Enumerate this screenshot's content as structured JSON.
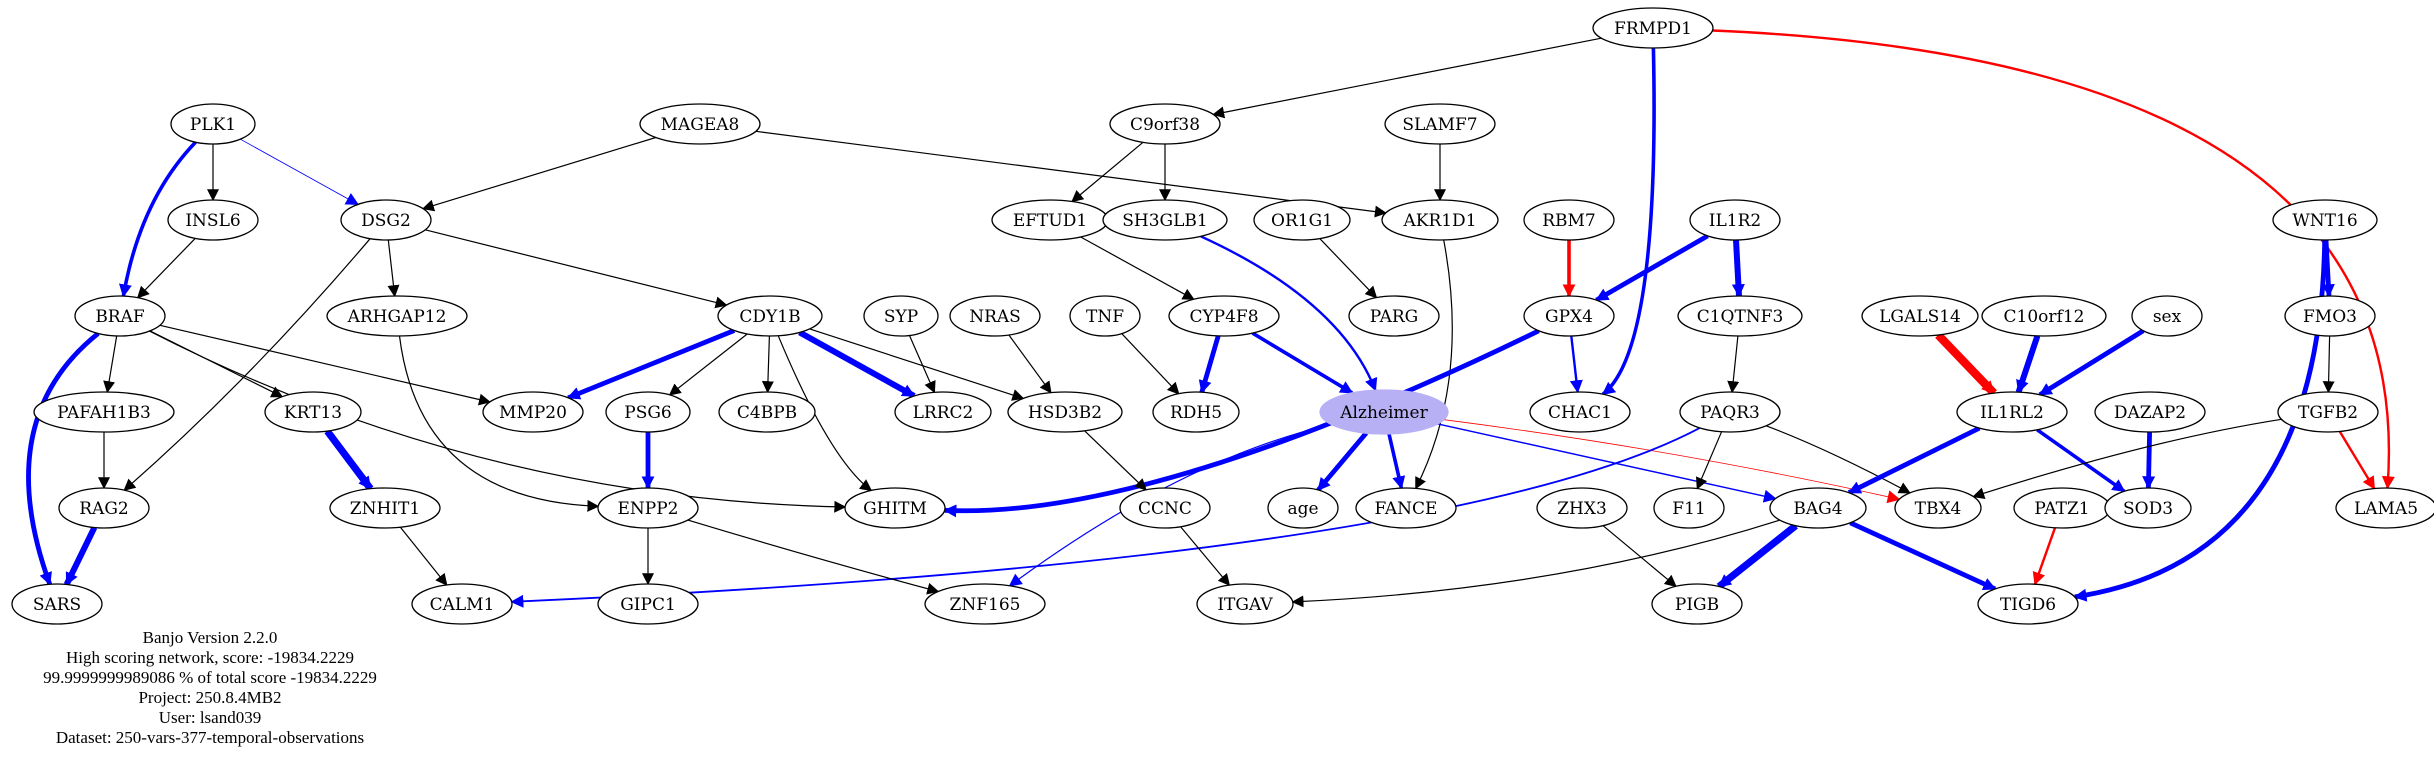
{
  "colors": {
    "black": "#000000",
    "blue": "#0000ff",
    "red": "#ff0000",
    "highlight_fill": "#b8b0f5"
  },
  "caption": {
    "line1": "Banjo Version 2.2.0",
    "line2": "High scoring network, score: -19834.2229",
    "line3": "99.9999999989086 % of total score -19834.2229",
    "line4": "Project: 250.8.4MB2",
    "line5": "User: lsand039",
    "line6": "Dataset: 250-vars-377-temporal-observations"
  },
  "nodes": [
    {
      "id": "FRMPD1",
      "label": "FRMPD1"
    },
    {
      "id": "PLK1",
      "label": "PLK1"
    },
    {
      "id": "MAGEA8",
      "label": "MAGEA8"
    },
    {
      "id": "C9orf38",
      "label": "C9orf38"
    },
    {
      "id": "SLAMF7",
      "label": "SLAMF7"
    },
    {
      "id": "INSL6",
      "label": "INSL6"
    },
    {
      "id": "DSG2",
      "label": "DSG2"
    },
    {
      "id": "EFTUD1",
      "label": "EFTUD1"
    },
    {
      "id": "SH3GLB1",
      "label": "SH3GLB1"
    },
    {
      "id": "OR1G1",
      "label": "OR1G1"
    },
    {
      "id": "AKR1D1",
      "label": "AKR1D1"
    },
    {
      "id": "RBM7",
      "label": "RBM7"
    },
    {
      "id": "IL1R2",
      "label": "IL1R2"
    },
    {
      "id": "WNT16",
      "label": "WNT16"
    },
    {
      "id": "BRAF",
      "label": "BRAF"
    },
    {
      "id": "ARHGAP12",
      "label": "ARHGAP12"
    },
    {
      "id": "CDY1B",
      "label": "CDY1B"
    },
    {
      "id": "SYP",
      "label": "SYP"
    },
    {
      "id": "NRAS",
      "label": "NRAS"
    },
    {
      "id": "TNF",
      "label": "TNF"
    },
    {
      "id": "CYP4F8",
      "label": "CYP4F8"
    },
    {
      "id": "PARG",
      "label": "PARG"
    },
    {
      "id": "GPX4",
      "label": "GPX4"
    },
    {
      "id": "C1QTNF3",
      "label": "C1QTNF3"
    },
    {
      "id": "LGALS14",
      "label": "LGALS14"
    },
    {
      "id": "C10orf12",
      "label": "C10orf12"
    },
    {
      "id": "sex",
      "label": "sex"
    },
    {
      "id": "FMO3",
      "label": "FMO3"
    },
    {
      "id": "PAFAH1B3",
      "label": "PAFAH1B3"
    },
    {
      "id": "KRT13",
      "label": "KRT13"
    },
    {
      "id": "MMP20",
      "label": "MMP20"
    },
    {
      "id": "PSG6",
      "label": "PSG6"
    },
    {
      "id": "C4BPB",
      "label": "C4BPB"
    },
    {
      "id": "LRRC2",
      "label": "LRRC2"
    },
    {
      "id": "HSD3B2",
      "label": "HSD3B2"
    },
    {
      "id": "RDH5",
      "label": "RDH5"
    },
    {
      "id": "Alzheimer",
      "label": "Alzheimer"
    },
    {
      "id": "CHAC1",
      "label": "CHAC1"
    },
    {
      "id": "PAQR3",
      "label": "PAQR3"
    },
    {
      "id": "IL1RL2",
      "label": "IL1RL2"
    },
    {
      "id": "DAZAP2",
      "label": "DAZAP2"
    },
    {
      "id": "TGFB2",
      "label": "TGFB2"
    },
    {
      "id": "RAG2",
      "label": "RAG2"
    },
    {
      "id": "ZNHIT1",
      "label": "ZNHIT1"
    },
    {
      "id": "ENPP2",
      "label": "ENPP2"
    },
    {
      "id": "GHITM",
      "label": "GHITM"
    },
    {
      "id": "CCNC",
      "label": "CCNC"
    },
    {
      "id": "age",
      "label": "age"
    },
    {
      "id": "FANCE",
      "label": "FANCE"
    },
    {
      "id": "ZHX3",
      "label": "ZHX3"
    },
    {
      "id": "F11",
      "label": "F11"
    },
    {
      "id": "BAG4",
      "label": "BAG4"
    },
    {
      "id": "TBX4",
      "label": "TBX4"
    },
    {
      "id": "PATZ1",
      "label": "PATZ1"
    },
    {
      "id": "SOD3",
      "label": "SOD3"
    },
    {
      "id": "LAMA5",
      "label": "LAMA5"
    },
    {
      "id": "SARS",
      "label": "SARS"
    },
    {
      "id": "CALM1",
      "label": "CALM1"
    },
    {
      "id": "GIPC1",
      "label": "GIPC1"
    },
    {
      "id": "ZNF165",
      "label": "ZNF165"
    },
    {
      "id": "ITGAV",
      "label": "ITGAV"
    },
    {
      "id": "PIGB",
      "label": "PIGB"
    },
    {
      "id": "TIGD6",
      "label": "TIGD6"
    }
  ],
  "edges": [
    {
      "from": "FRMPD1",
      "to": "C9orf38",
      "color": "black",
      "weight": 1
    },
    {
      "from": "FRMPD1",
      "to": "CHAC1",
      "color": "blue",
      "weight": 3
    },
    {
      "from": "FRMPD1",
      "to": "LAMA5",
      "color": "red",
      "weight": 2
    },
    {
      "from": "PLK1",
      "to": "INSL6",
      "color": "black",
      "weight": 1
    },
    {
      "from": "PLK1",
      "to": "BRAF",
      "color": "blue",
      "weight": 3
    },
    {
      "from": "PLK1",
      "to": "DSG2",
      "color": "blue",
      "weight": 0.5
    },
    {
      "from": "MAGEA8",
      "to": "DSG2",
      "color": "black",
      "weight": 1
    },
    {
      "from": "MAGEA8",
      "to": "AKR1D1",
      "color": "black",
      "weight": 1
    },
    {
      "from": "C9orf38",
      "to": "EFTUD1",
      "color": "black",
      "weight": 1
    },
    {
      "from": "C9orf38",
      "to": "SH3GLB1",
      "color": "black",
      "weight": 1
    },
    {
      "from": "SLAMF7",
      "to": "AKR1D1",
      "color": "black",
      "weight": 1
    },
    {
      "from": "INSL6",
      "to": "BRAF",
      "color": "black",
      "weight": 1
    },
    {
      "from": "DSG2",
      "to": "ARHGAP12",
      "color": "black",
      "weight": 1
    },
    {
      "from": "DSG2",
      "to": "CDY1B",
      "color": "black",
      "weight": 1
    },
    {
      "from": "DSG2",
      "to": "RAG2",
      "color": "black",
      "weight": 1
    },
    {
      "from": "EFTUD1",
      "to": "CYP4F8",
      "color": "black",
      "weight": 1
    },
    {
      "from": "SH3GLB1",
      "to": "Alzheimer",
      "color": "blue",
      "weight": 2
    },
    {
      "from": "OR1G1",
      "to": "PARG",
      "color": "black",
      "weight": 1
    },
    {
      "from": "AKR1D1",
      "to": "FANCE",
      "color": "black",
      "weight": 1
    },
    {
      "from": "RBM7",
      "to": "GPX4",
      "color": "red",
      "weight": 3
    },
    {
      "from": "IL1R2",
      "to": "GPX4",
      "color": "blue",
      "weight": 4
    },
    {
      "from": "IL1R2",
      "to": "C1QTNF3",
      "color": "blue",
      "weight": 5
    },
    {
      "from": "WNT16",
      "to": "FMO3",
      "color": "blue",
      "weight": 4
    },
    {
      "from": "WNT16",
      "to": "TIGD6",
      "color": "blue",
      "weight": 4
    },
    {
      "from": "BRAF",
      "to": "PAFAH1B3",
      "color": "black",
      "weight": 1
    },
    {
      "from": "BRAF",
      "to": "KRT13",
      "color": "black",
      "weight": 1
    },
    {
      "from": "BRAF",
      "to": "MMP20",
      "color": "black",
      "weight": 1
    },
    {
      "from": "BRAF",
      "to": "GHITM",
      "color": "black",
      "weight": 1
    },
    {
      "from": "BRAF",
      "to": "SARS",
      "color": "blue",
      "weight": 4
    },
    {
      "from": "ARHGAP12",
      "to": "ENPP2",
      "color": "black",
      "weight": 1
    },
    {
      "from": "CDY1B",
      "to": "MMP20",
      "color": "blue",
      "weight": 4
    },
    {
      "from": "CDY1B",
      "to": "PSG6",
      "color": "black",
      "weight": 1
    },
    {
      "from": "CDY1B",
      "to": "C4BPB",
      "color": "black",
      "weight": 1
    },
    {
      "from": "CDY1B",
      "to": "LRRC2",
      "color": "blue",
      "weight": 5
    },
    {
      "from": "CDY1B",
      "to": "HSD3B2",
      "color": "black",
      "weight": 1
    },
    {
      "from": "CDY1B",
      "to": "GHITM",
      "color": "black",
      "weight": 1
    },
    {
      "from": "SYP",
      "to": "LRRC2",
      "color": "black",
      "weight": 1
    },
    {
      "from": "NRAS",
      "to": "HSD3B2",
      "color": "black",
      "weight": 1
    },
    {
      "from": "TNF",
      "to": "RDH5",
      "color": "black",
      "weight": 1
    },
    {
      "from": "CYP4F8",
      "to": "RDH5",
      "color": "blue",
      "weight": 4
    },
    {
      "from": "CYP4F8",
      "to": "Alzheimer",
      "color": "blue",
      "weight": 3
    },
    {
      "from": "GPX4",
      "to": "CHAC1",
      "color": "blue",
      "weight": 2
    },
    {
      "from": "GPX4",
      "to": "GHITM",
      "color": "blue",
      "weight": 4
    },
    {
      "from": "C1QTNF3",
      "to": "PAQR3",
      "color": "black",
      "weight": 1
    },
    {
      "from": "LGALS14",
      "to": "IL1RL2",
      "color": "red",
      "weight": 7
    },
    {
      "from": "C10orf12",
      "to": "IL1RL2",
      "color": "blue",
      "weight": 5
    },
    {
      "from": "sex",
      "to": "IL1RL2",
      "color": "blue",
      "weight": 4
    },
    {
      "from": "FMO3",
      "to": "TGFB2",
      "color": "black",
      "weight": 1
    },
    {
      "from": "PAFAH1B3",
      "to": "RAG2",
      "color": "black",
      "weight": 1
    },
    {
      "from": "KRT13",
      "to": "ZNHIT1",
      "color": "blue",
      "weight": 6
    },
    {
      "from": "PSG6",
      "to": "ENPP2",
      "color": "blue",
      "weight": 4
    },
    {
      "from": "HSD3B2",
      "to": "CCNC",
      "color": "black",
      "weight": 1
    },
    {
      "from": "Alzheimer",
      "to": "age",
      "color": "blue",
      "weight": 4
    },
    {
      "from": "Alzheimer",
      "to": "FANCE",
      "color": "blue",
      "weight": 3
    },
    {
      "from": "Alzheimer",
      "to": "ZNF165",
      "color": "blue",
      "weight": 1
    },
    {
      "from": "Alzheimer",
      "to": "BAG4",
      "color": "blue",
      "weight": 1.2
    },
    {
      "from": "Alzheimer",
      "to": "TBX4",
      "color": "red",
      "weight": 0.5
    },
    {
      "from": "PAQR3",
      "to": "F11",
      "color": "black",
      "weight": 1
    },
    {
      "from": "PAQR3",
      "to": "TBX4",
      "color": "black",
      "weight": 1
    },
    {
      "from": "PAQR3",
      "to": "CALM1",
      "color": "blue",
      "weight": 1.5
    },
    {
      "from": "IL1RL2",
      "to": "BAG4",
      "color": "blue",
      "weight": 4
    },
    {
      "from": "IL1RL2",
      "to": "SOD3",
      "color": "blue",
      "weight": 3
    },
    {
      "from": "DAZAP2",
      "to": "SOD3",
      "color": "blue",
      "weight": 4
    },
    {
      "from": "TGFB2",
      "to": "TBX4",
      "color": "black",
      "weight": 1
    },
    {
      "from": "TGFB2",
      "to": "LAMA5",
      "color": "red",
      "weight": 2
    },
    {
      "from": "RAG2",
      "to": "SARS",
      "color": "blue",
      "weight": 5
    },
    {
      "from": "ZNHIT1",
      "to": "CALM1",
      "color": "black",
      "weight": 1
    },
    {
      "from": "ENPP2",
      "to": "GIPC1",
      "color": "black",
      "weight": 1
    },
    {
      "from": "ENPP2",
      "to": "ZNF165",
      "color": "black",
      "weight": 1
    },
    {
      "from": "CCNC",
      "to": "ITGAV",
      "color": "black",
      "weight": 1
    },
    {
      "from": "ZHX3",
      "to": "PIGB",
      "color": "black",
      "weight": 1
    },
    {
      "from": "BAG4",
      "to": "ITGAV",
      "color": "black",
      "weight": 1
    },
    {
      "from": "BAG4",
      "to": "PIGB",
      "color": "blue",
      "weight": 6
    },
    {
      "from": "BAG4",
      "to": "TIGD6",
      "color": "blue",
      "weight": 4
    },
    {
      "from": "PATZ1",
      "to": "TIGD6",
      "color": "red",
      "weight": 2
    }
  ]
}
